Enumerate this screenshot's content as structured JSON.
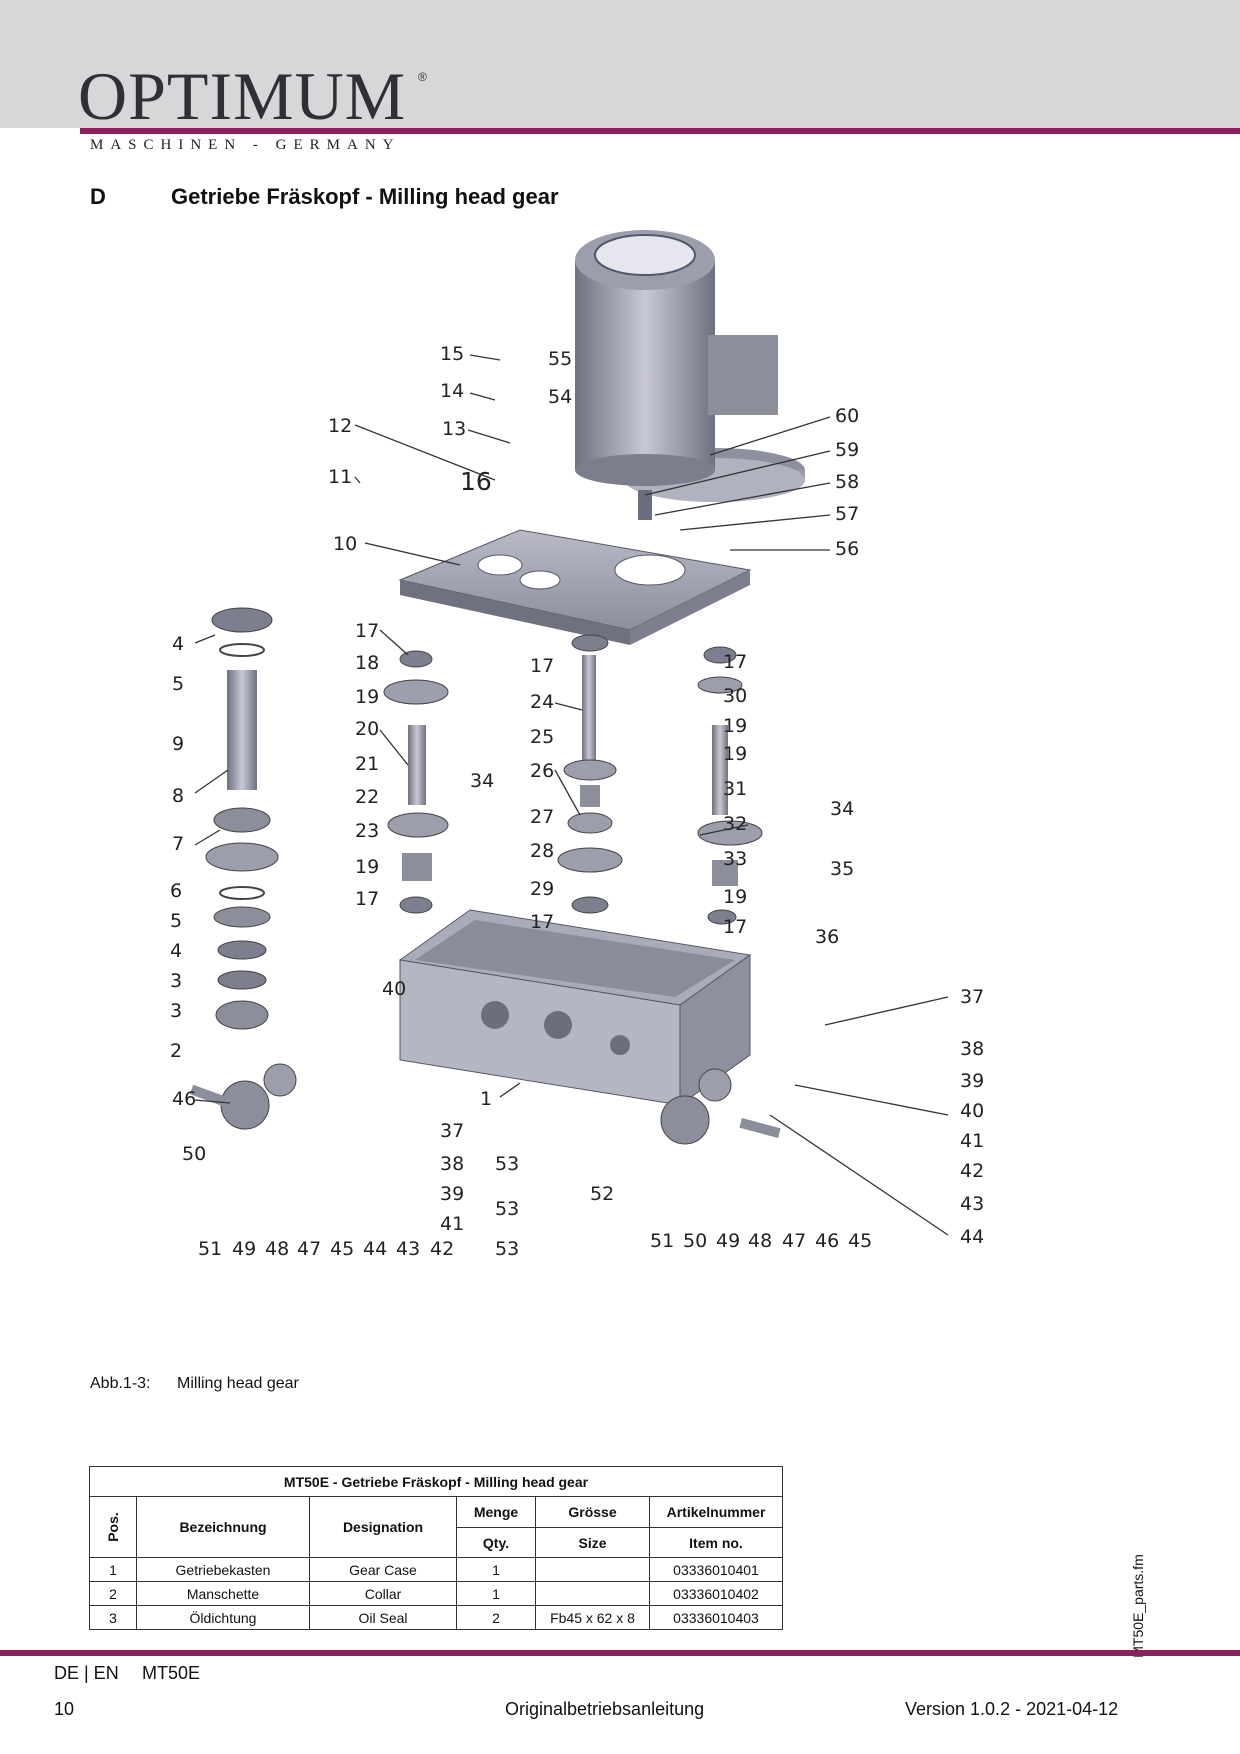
{
  "header": {
    "brand": "OPTIMUM",
    "registered": "®",
    "tagline": "MASCHINEN - GERMANY"
  },
  "section": {
    "letter": "D",
    "title": "Getriebe Fräskopf - Milling head gear"
  },
  "colors": {
    "accent": "#8a1f5c",
    "header_band": "#d6d7d9"
  },
  "figure": {
    "caption_label": "Abb.1-3:",
    "caption_text": "Milling head gear",
    "callouts": [
      "1",
      "2",
      "3",
      "4",
      "5",
      "6",
      "7",
      "8",
      "9",
      "10",
      "11",
      "12",
      "13",
      "14",
      "15",
      "16",
      "17",
      "18",
      "19",
      "20",
      "21",
      "22",
      "23",
      "24",
      "25",
      "26",
      "27",
      "28",
      "29",
      "30",
      "31",
      "32",
      "33",
      "34",
      "35",
      "36",
      "37",
      "38",
      "39",
      "40",
      "41",
      "42",
      "43",
      "44",
      "45",
      "46",
      "47",
      "48",
      "49",
      "50",
      "51",
      "52",
      "53",
      "54",
      "55",
      "56",
      "57",
      "58",
      "59",
      "60"
    ]
  },
  "table": {
    "title": "MT50E - Getriebe Fräskopf - Milling head gear",
    "headers": {
      "pos": "Pos.",
      "bezeichnung": "Bezeichnung",
      "designation": "Designation",
      "menge": "Menge",
      "qty": "Qty.",
      "groesse": "Grösse",
      "size": "Size",
      "artikelnummer": "Artikelnummer",
      "item_no": "Item no."
    },
    "rows": [
      {
        "pos": "1",
        "bezeichnung": "Getriebekasten",
        "designation": "Gear Case",
        "qty": "1",
        "size": "",
        "item": "03336010401"
      },
      {
        "pos": "2",
        "bezeichnung": "Manschette",
        "designation": "Collar",
        "qty": "1",
        "size": "",
        "item": "03336010402"
      },
      {
        "pos": "3",
        "bezeichnung": "Öldichtung",
        "designation": "Oil Seal",
        "qty": "2",
        "size": "Fb45 x 62 x 8",
        "item": "03336010403"
      }
    ]
  },
  "side_label": "MT50E_parts.fm",
  "footer": {
    "lang": "DE | EN",
    "model": "MT50E",
    "page": "10",
    "doc": "Originalbetriebsanleitung",
    "version": "Version 1.0.2 - 2021-04-12"
  }
}
